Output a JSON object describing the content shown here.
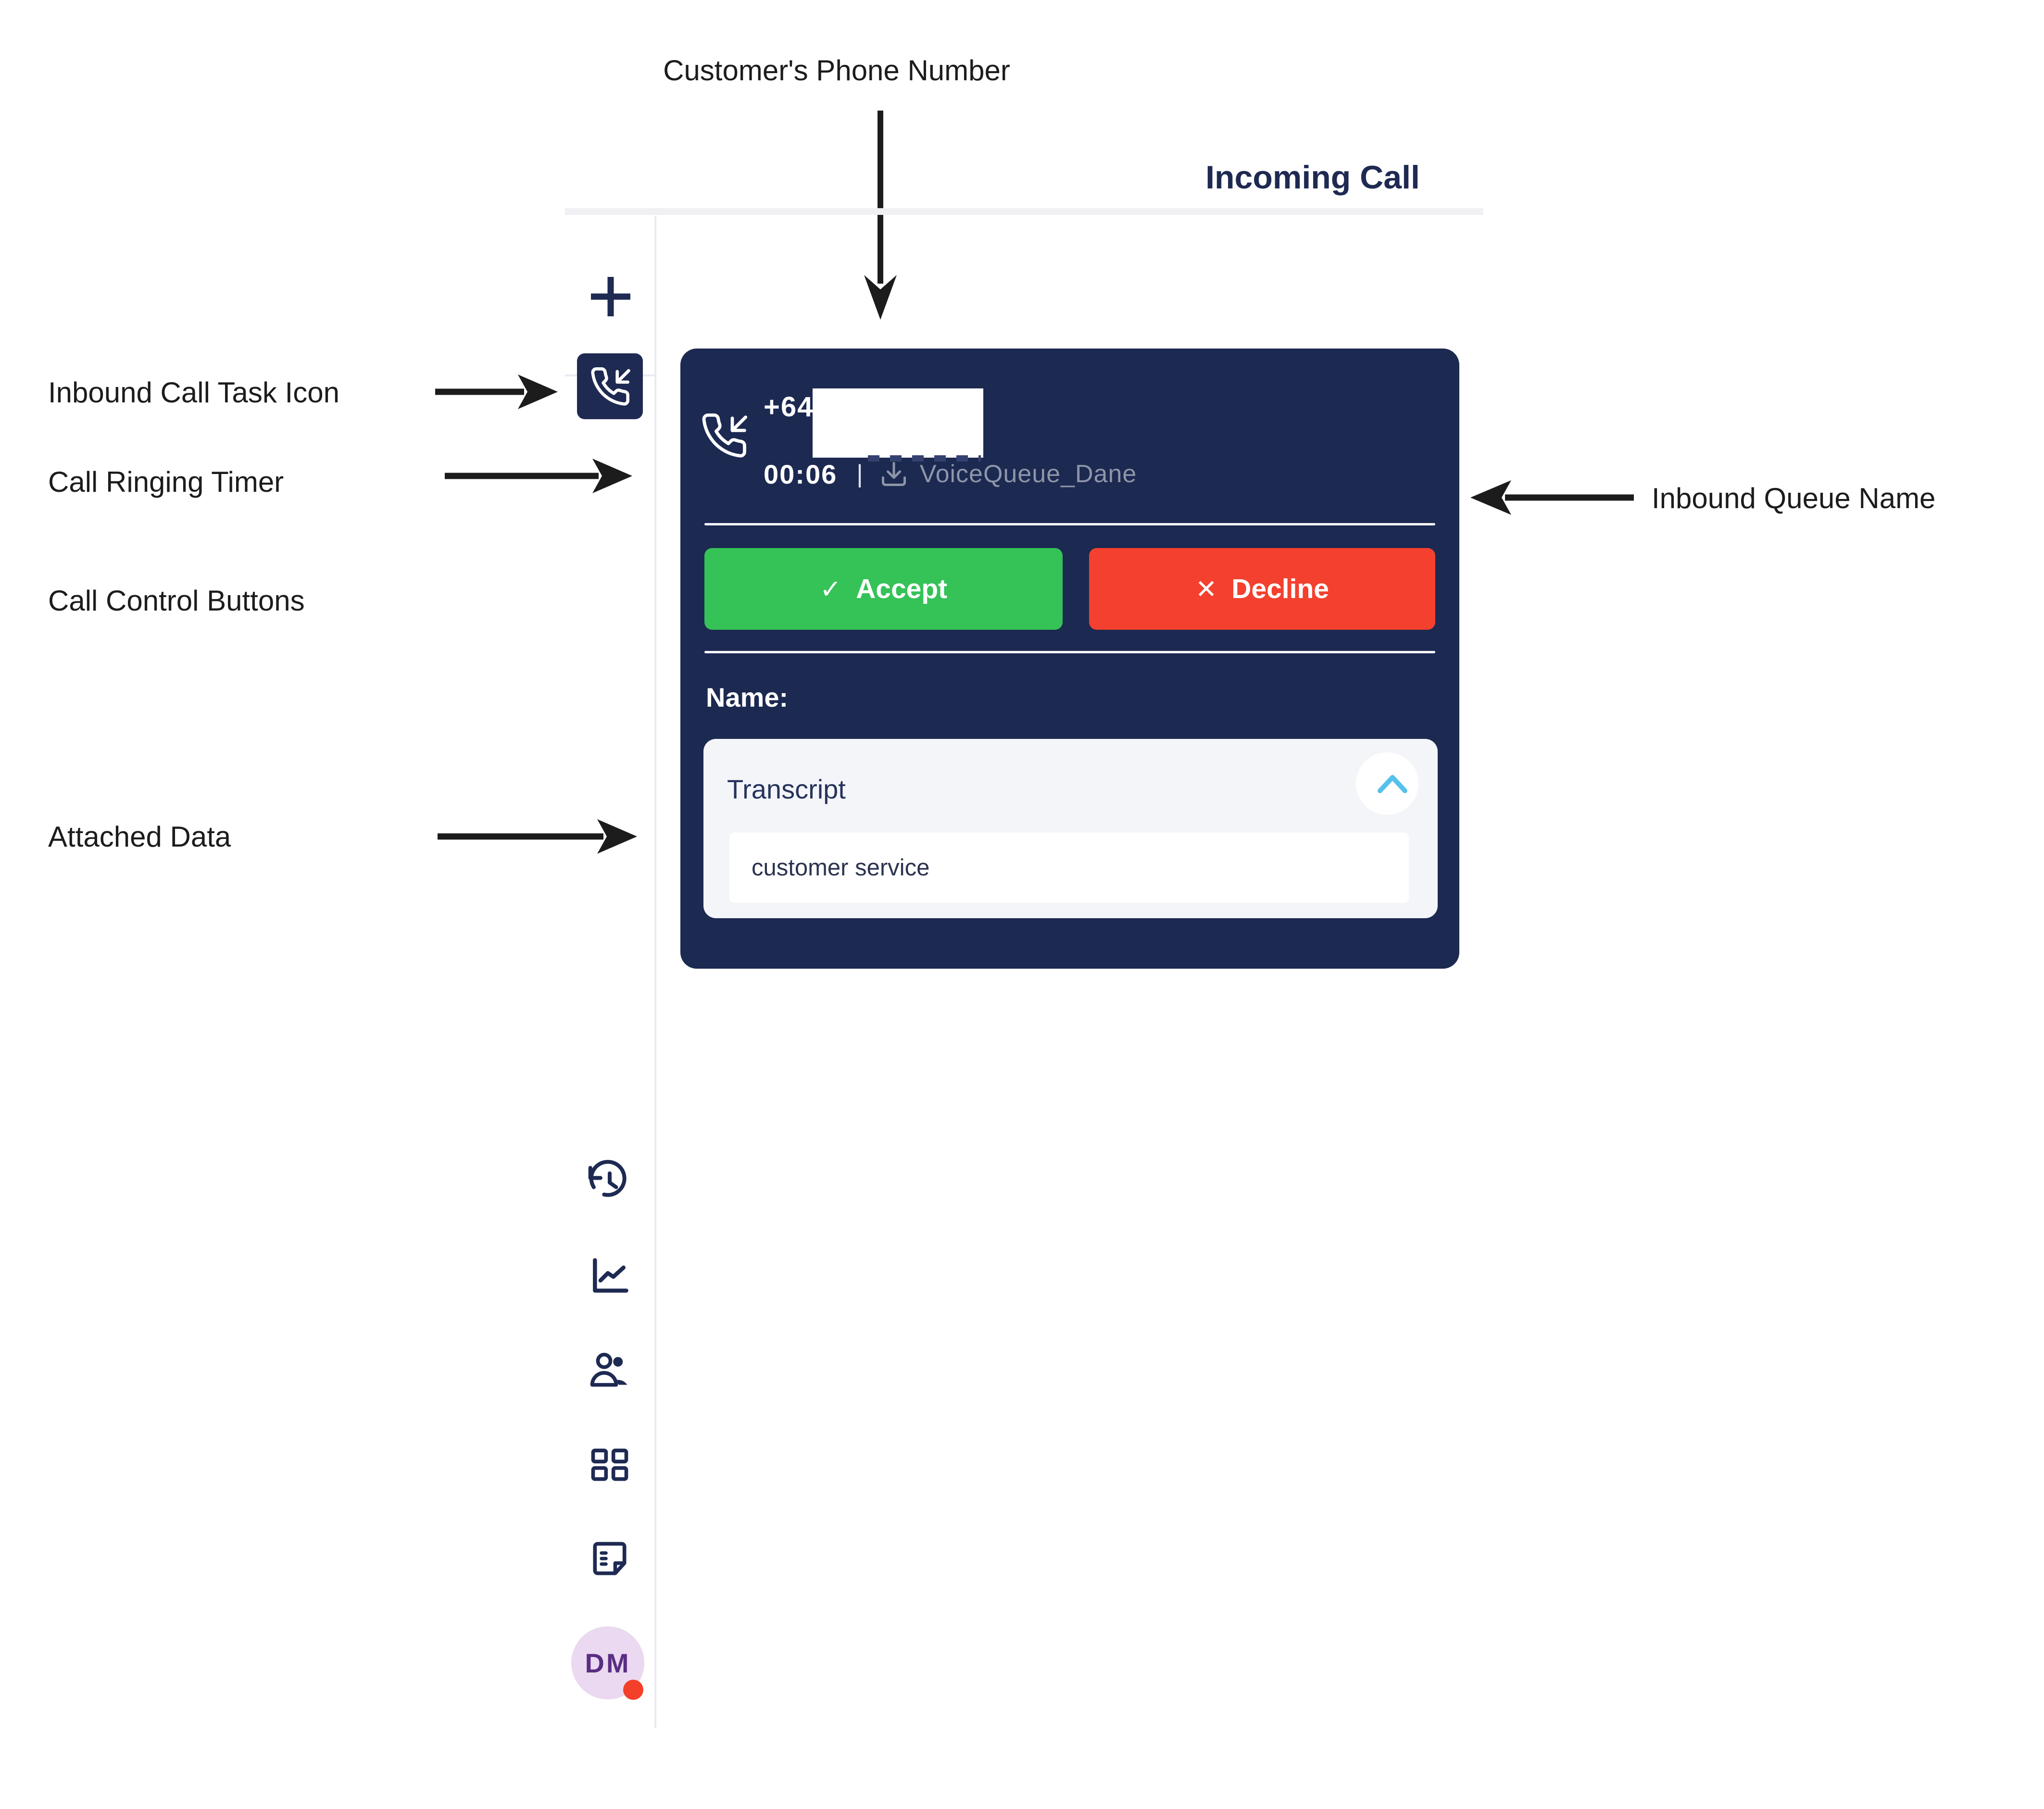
{
  "colors": {
    "navy": "#1c2951",
    "sidebar-icon": "#1e2a52",
    "green": "#35c257",
    "red": "#f4402e",
    "chevron": "#55c1ec",
    "panel": "#f3f5f9",
    "gray-text": "#8d95a8",
    "divider": "#f0f0f4",
    "annotation": "#1c1c1c",
    "heading": "#1f2a52",
    "avatar-bg": "#ead9f0",
    "avatar-text": "#5a2d84",
    "dot": "#f4402a"
  },
  "annotations": {
    "customer_phone": "Customer's Phone Number",
    "inbound_task": "Inbound Call Task Icon",
    "ringing_timer": "Call Ringing Timer",
    "control_buttons": "Call Control Buttons",
    "attached_data": "Attached Data",
    "queue_name": "Inbound Queue Name"
  },
  "header": {
    "title": "Incoming Call"
  },
  "call_card": {
    "phone_prefix": "+64",
    "timer": "00:06",
    "separator": "|",
    "queue": "VoiceQueue_Dane",
    "accept_icon": "✓",
    "accept_label": "Accept",
    "decline_icon": "✕",
    "decline_label": "Decline",
    "name_label": "Name:",
    "transcript": {
      "title": "Transcript",
      "value": "customer service"
    }
  },
  "sidebar": {
    "avatar_initials": "DM"
  }
}
